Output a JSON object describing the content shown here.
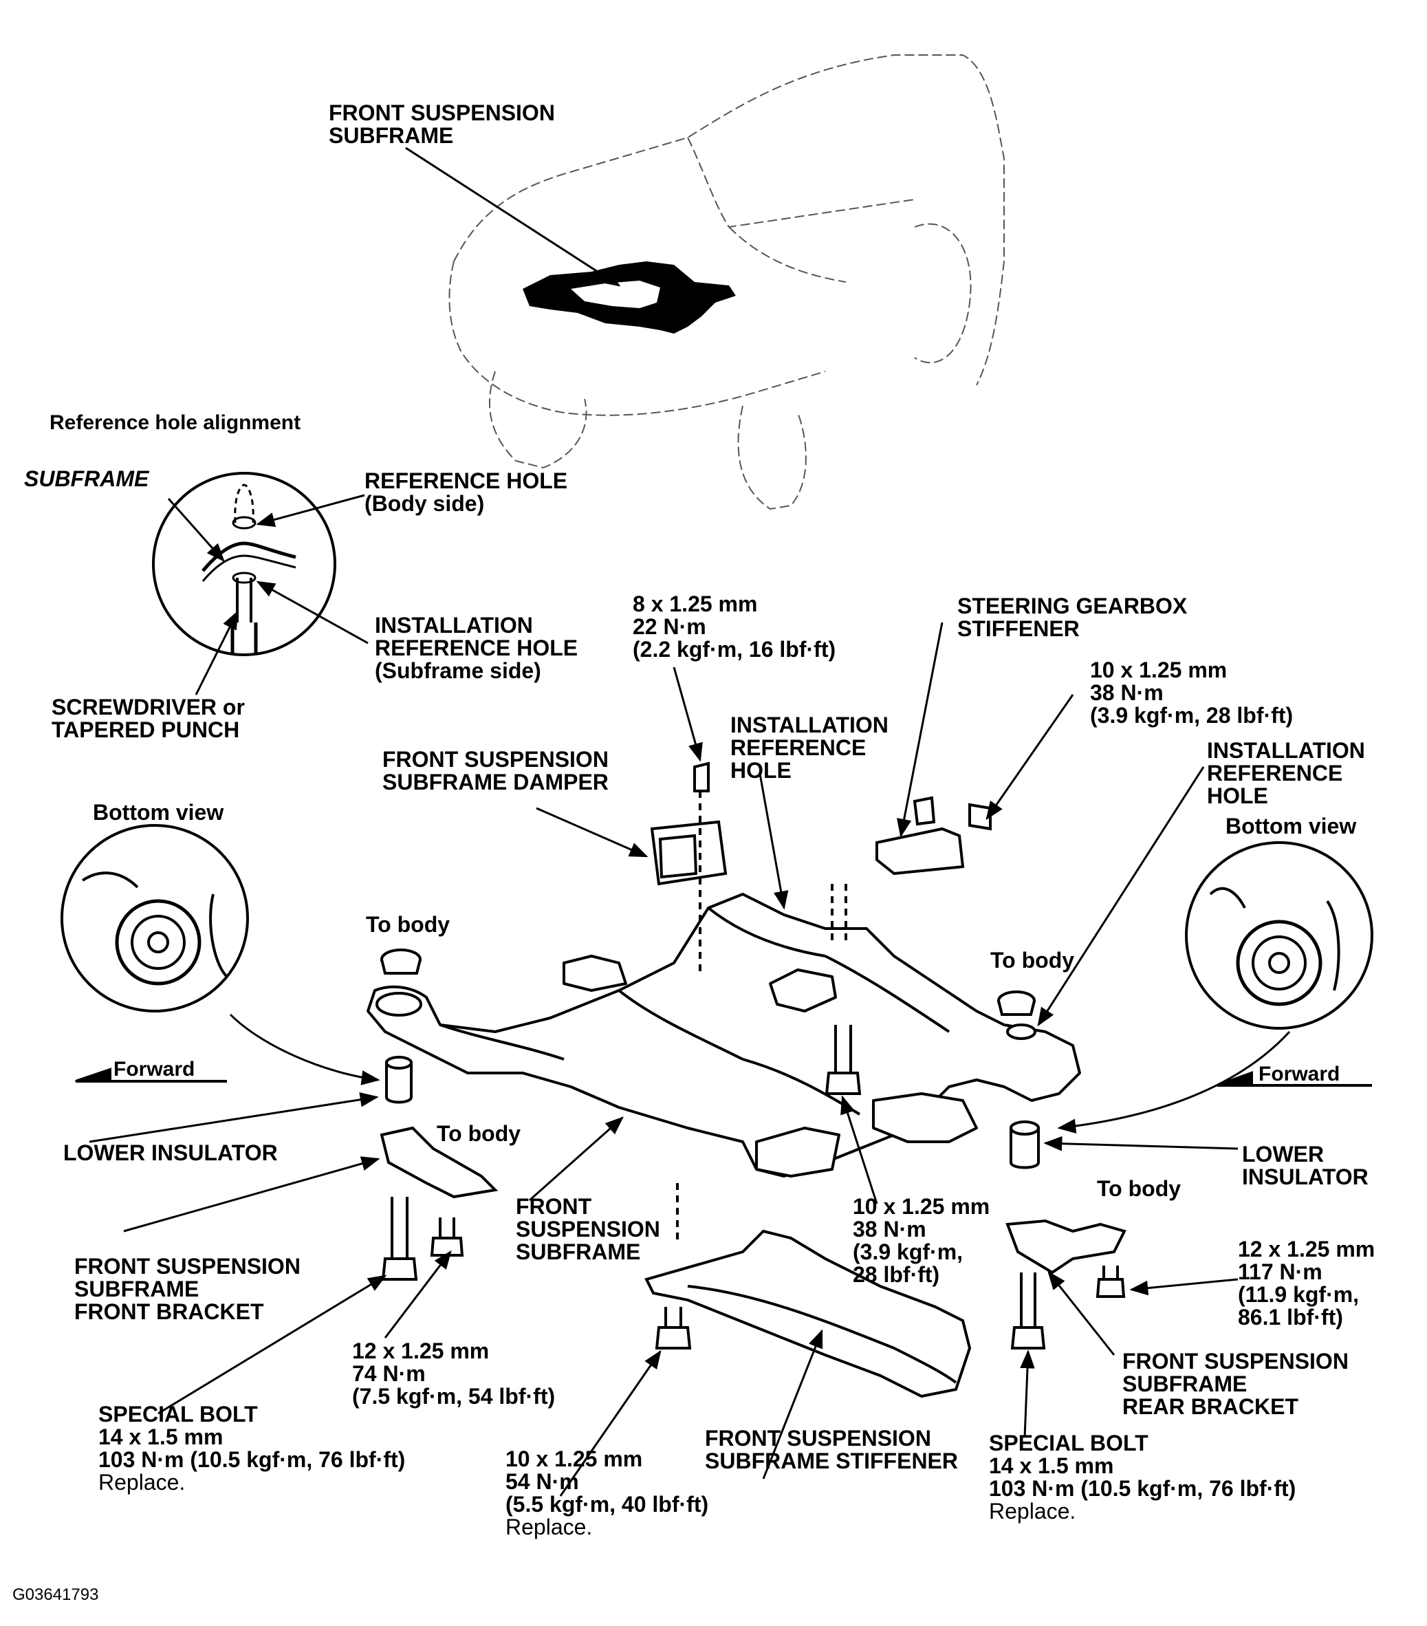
{
  "car_label": [
    "FRONT SUSPENSION",
    "SUBFRAME"
  ],
  "ref_section_title": "Reference hole alignment",
  "ref_subframe": "SUBFRAME",
  "ref_hole_body": [
    "REFERENCE HOLE",
    "(Body side)"
  ],
  "install_ref_hole_subframe": [
    "INSTALLATION",
    "REFERENCE HOLE",
    "(Subframe side)"
  ],
  "screwdriver": [
    "SCREWDRIVER or",
    "TAPERED PUNCH"
  ],
  "bolt_8": [
    "8 x 1.25 mm",
    "22 N·m",
    "(2.2 kgf·m, 16 lbf·ft)"
  ],
  "gearbox_stiffener": [
    "STEERING GEARBOX",
    "STIFFENER"
  ],
  "bolt_10_right": [
    "10 x 1.25 mm",
    "38 N·m",
    "(3.9 kgf·m, 28 lbf·ft)"
  ],
  "install_ref_hole_center": [
    "INSTALLATION",
    "REFERENCE",
    "HOLE"
  ],
  "install_ref_hole_right": [
    "INSTALLATION",
    "REFERENCE",
    "HOLE"
  ],
  "damper": [
    "FRONT SUSPENSION",
    "SUBFRAME DAMPER"
  ],
  "bottom_view_left": "Bottom view",
  "bottom_view_right": "Bottom view",
  "to_body_left": "To body",
  "to_body_right": "To body",
  "to_body_left_bracket": "To body",
  "to_body_right_bracket": "To body",
  "forward_left": "Forward",
  "forward_right": "Forward",
  "lower_insulator_left": "LOWER INSULATOR",
  "lower_insulator_right": [
    "LOWER",
    "INSULATOR"
  ],
  "subframe_center": [
    "FRONT",
    "SUSPENSION",
    "SUBFRAME"
  ],
  "bolt_10_center": [
    "10 x 1.25 mm",
    "38 N·m",
    "(3.9 kgf·m,",
    "28 lbf·ft)"
  ],
  "front_bracket": [
    "FRONT SUSPENSION",
    "SUBFRAME",
    "FRONT BRACKET"
  ],
  "bolt_12_left": [
    "12 x 1.25 mm",
    "74 N·m",
    "(7.5 kgf·m, 54 lbf·ft)"
  ],
  "bolt_12_right": [
    "12 x 1.25 mm",
    "117 N·m",
    "(11.9 kgf·m,",
    "86.1 lbf·ft)"
  ],
  "rear_bracket": [
    "FRONT SUSPENSION",
    "SUBFRAME",
    "REAR BRACKET"
  ],
  "special_bolt_left": [
    "SPECIAL BOLT",
    "14 x 1.5 mm",
    "103 N·m (10.5 kgf·m, 76 lbf·ft)",
    "Replace."
  ],
  "special_bolt_right": [
    "SPECIAL BOLT",
    "14 x 1.5 mm",
    "103 N·m (10.5 kgf·m, 76 lbf·ft)",
    "Replace."
  ],
  "bolt_10_bottom": [
    "10 x 1.25 mm",
    "54 N·m",
    "(5.5 kgf·m, 40 lbf·ft)",
    "Replace."
  ],
  "stiffener": [
    "FRONT SUSPENSION",
    "SUBFRAME STIFFENER"
  ],
  "figure_id": "G03641793"
}
